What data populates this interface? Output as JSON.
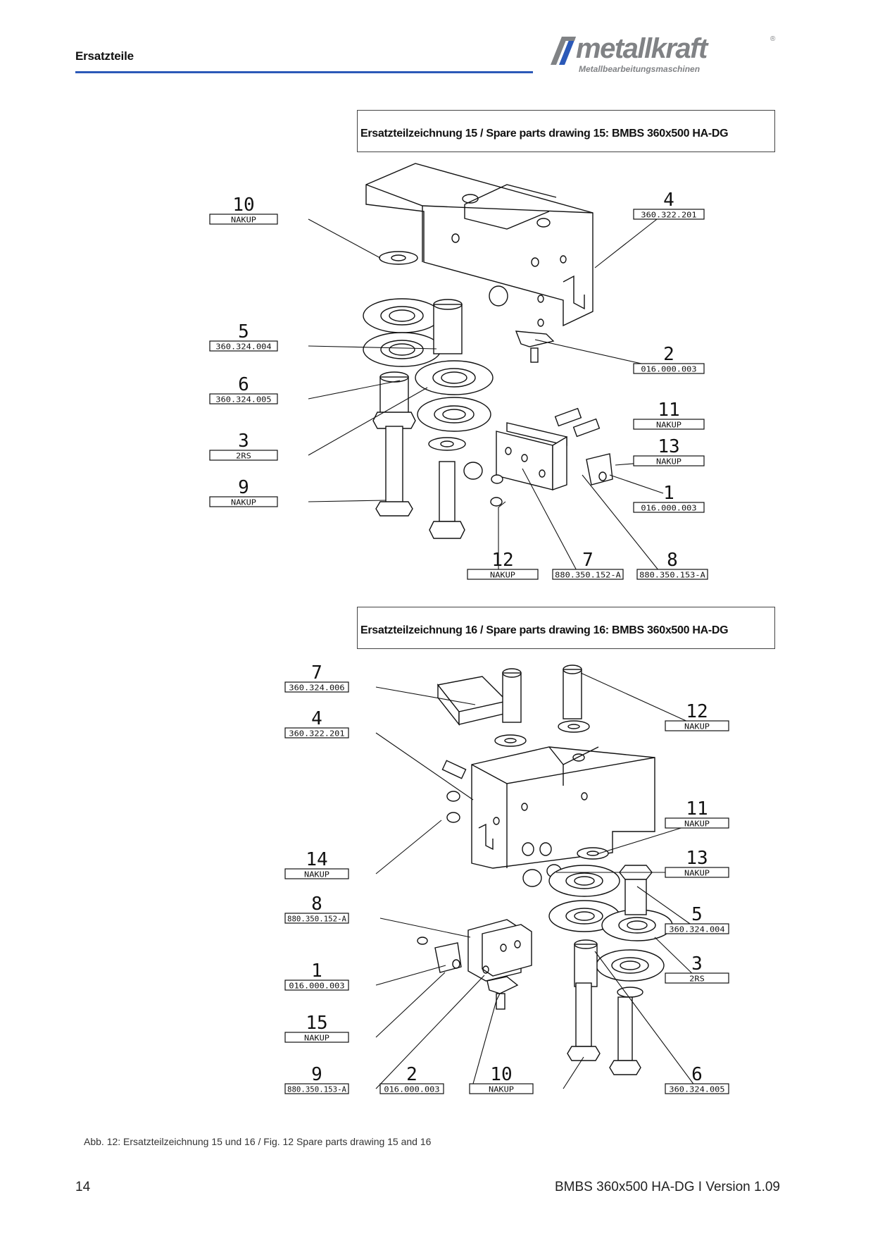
{
  "header": {
    "section_title": "Ersatzteile",
    "logo_word": "metallkraft",
    "logo_registered": "®",
    "logo_subtitle": "Metallbearbeitungsmaschinen"
  },
  "drawing15": {
    "title": "Ersatzteilzeichnung 15 / Spare parts drawing 15: BMBS 360x500 HA-DG",
    "labels": [
      {
        "num": "10",
        "code": "NAKUP"
      },
      {
        "num": "4",
        "code": "360.322.201"
      },
      {
        "num": "5",
        "code": "360.324.004"
      },
      {
        "num": "2",
        "code": "016.000.003"
      },
      {
        "num": "6",
        "code": "360.324.005"
      },
      {
        "num": "11",
        "code": "NAKUP"
      },
      {
        "num": "3",
        "code": "2RS"
      },
      {
        "num": "13",
        "code": "NAKUP"
      },
      {
        "num": "9",
        "code": "NAKUP"
      },
      {
        "num": "1",
        "code": "016.000.003"
      },
      {
        "num": "12",
        "code": "NAKUP"
      },
      {
        "num": "7",
        "code": "880.350.152-A"
      },
      {
        "num": "8",
        "code": "880.350.153-A"
      }
    ]
  },
  "drawing16": {
    "title": "Ersatzteilzeichnung 16 / Spare parts drawing 16: BMBS 360x500 HA-DG",
    "labels": [
      {
        "num": "7",
        "code": "360.324.006"
      },
      {
        "num": "12",
        "code": "NAKUP"
      },
      {
        "num": "4",
        "code": "360.322.201"
      },
      {
        "num": "11",
        "code": "NAKUP"
      },
      {
        "num": "14",
        "code": "NAKUP"
      },
      {
        "num": "13",
        "code": "NAKUP"
      },
      {
        "num": "8",
        "code": "880.350.152-A"
      },
      {
        "num": "5",
        "code": "360.324.004"
      },
      {
        "num": "3",
        "code": "2RS"
      },
      {
        "num": "1",
        "code": "016.000.003"
      },
      {
        "num": "15",
        "code": "NAKUP"
      },
      {
        "num": "9",
        "code": "880.350.153-A"
      },
      {
        "num": "2",
        "code": "016.000.003"
      },
      {
        "num": "10",
        "code": "NAKUP"
      },
      {
        "num": "6",
        "code": "360.324.005"
      }
    ]
  },
  "figure_caption": "Abb. 12: Ersatzteilzeichnung 15 und 16 / Fig. 12 Spare parts drawing 15 and 16",
  "footer": {
    "page_number": "14",
    "document": "BMBS 360x500 HA-DG I Version 1.09"
  }
}
